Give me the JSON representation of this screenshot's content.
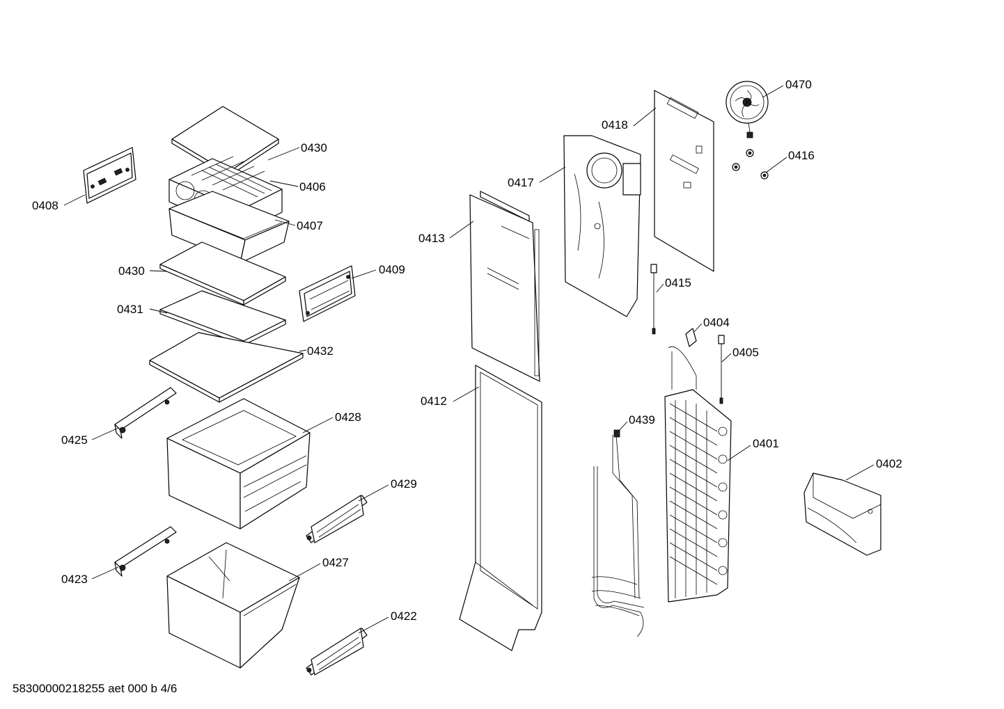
{
  "labels": {
    "p0430_top": "0430",
    "p0406": "0406",
    "p0408": "0408",
    "p0407": "0407",
    "p0430_mid": "0430",
    "p0409": "0409",
    "p0431": "0431",
    "p0432": "0432",
    "p0425": "0425",
    "p0428": "0428",
    "p0429": "0429",
    "p0423": "0423",
    "p0427": "0427",
    "p0422": "0422",
    "p0470": "0470",
    "p0418": "0418",
    "p0416": "0416",
    "p0417": "0417",
    "p0413": "0413",
    "p0415": "0415",
    "p0404": "0404",
    "p0405": "0405",
    "p0412": "0412",
    "p0439": "0439",
    "p0401": "0401",
    "p0402": "0402"
  },
  "footer": "58300000218255 aet 000 b 4/6"
}
